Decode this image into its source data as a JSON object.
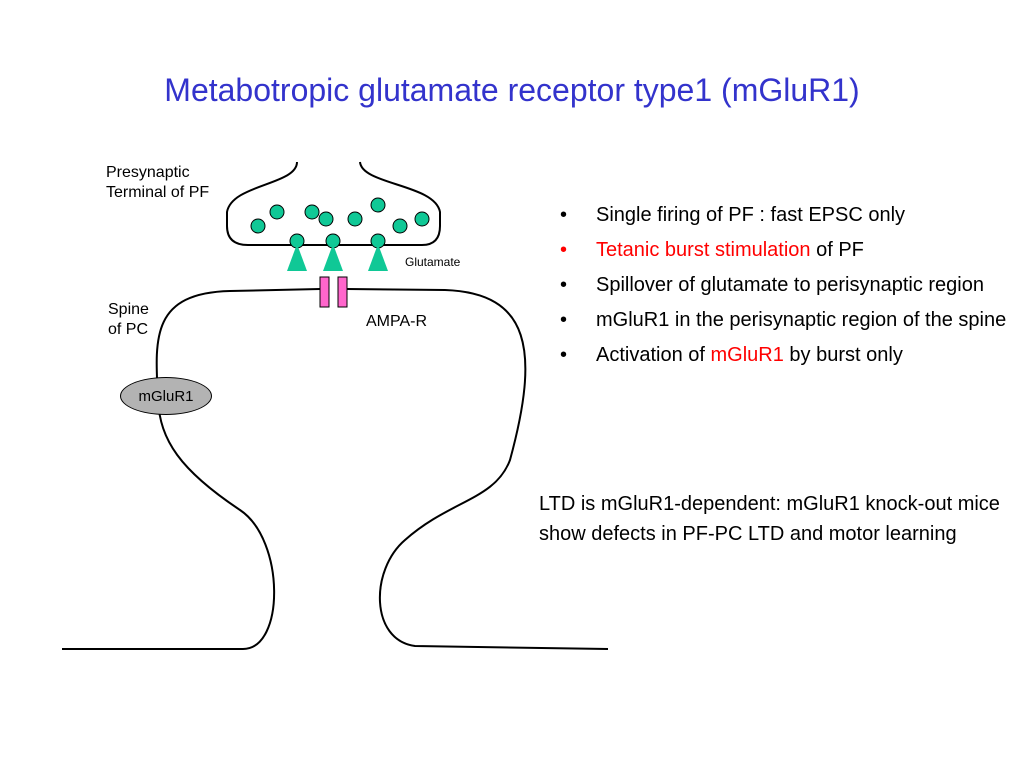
{
  "title": "Metabotropic glutamate receptor type1 (mGluR1)",
  "diagram": {
    "presynaptic_label_line1": "Presynaptic",
    "presynaptic_label_line2": "Terminal of PF",
    "glutamate_label": "Glutamate",
    "spine_label_line1": "Spine",
    "spine_label_line2": "of PC",
    "ampa_label": "AMPA-R",
    "mglur1_label": "mGluR1",
    "vesicle_color": "#10c896",
    "ampa_color": "#ff66cc",
    "mglur1_fill": "#b3b3b3"
  },
  "bullets": [
    {
      "parts": [
        {
          "text": "Single firing of PF : fast EPSC only",
          "color": "black"
        }
      ],
      "marker_color": "black"
    },
    {
      "parts": [
        {
          "text": "Tetanic burst stimulation",
          "color": "red"
        },
        {
          "text": " of PF",
          "color": "black"
        }
      ],
      "marker_color": "red"
    },
    {
      "parts": [
        {
          "text": "Spillover of glutamate to perisynaptic region",
          "color": "black"
        }
      ],
      "marker_color": "black"
    },
    {
      "parts": [
        {
          "text": "mGluR1 in the perisynaptic region of the spine",
          "color": "black"
        }
      ],
      "marker_color": "black"
    },
    {
      "parts": [
        {
          "text": "Activation of ",
          "color": "black"
        },
        {
          "text": "mGluR1",
          "color": "red"
        },
        {
          "text": " by burst only",
          "color": "black"
        }
      ],
      "marker_color": "black"
    }
  ],
  "bullet_marker": "•",
  "ltd_note": "LTD is mGluR1-dependent: mGluR1 knock-out mice show defects in PF-PC LTD and motor learning"
}
